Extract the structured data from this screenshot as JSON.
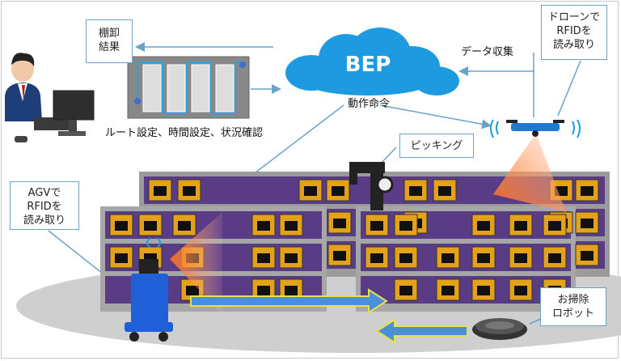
{
  "labels": {
    "inventory_result": "棚卸\n結果",
    "route_setting": "ルート設定、時間設定、状況確認",
    "bep": "BEP",
    "data_collection": "データ収集",
    "operation_command": "動作命令",
    "drone_rfid": "ドローンで\nRFIDを\n読み取り",
    "picking": "ピッキング",
    "agv_rfid": "AGVで\nRFIDを\n読み取り",
    "cleaning_robot": "お掃除\nロボット"
  },
  "colors": {
    "cloud": "#1e9be0",
    "callout_border": "#6aa2c8",
    "shelf_frame": "#9b9b9b",
    "shelf_bin": "#5a3b86",
    "item_box": "#e3a21a",
    "floor": "#cfcfcf",
    "agv": "#1f5fd8",
    "arrow_fill": "#4a8fd8",
    "arrow_outline": "#e8e04a"
  }
}
